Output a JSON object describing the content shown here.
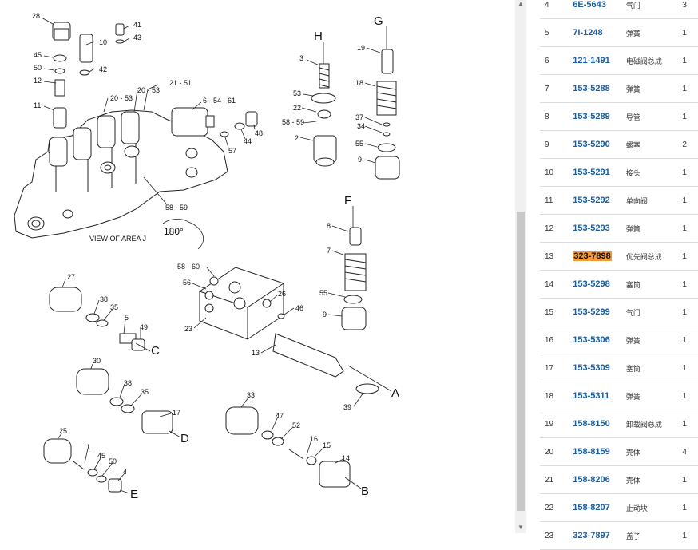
{
  "diagram": {
    "callouts": [
      {
        "id": "c28",
        "text": "28"
      },
      {
        "id": "c41",
        "text": "41"
      },
      {
        "id": "c43",
        "text": "43"
      },
      {
        "id": "c10",
        "text": "10"
      },
      {
        "id": "c45a",
        "text": "45"
      },
      {
        "id": "c50a",
        "text": "50"
      },
      {
        "id": "c42",
        "text": "42"
      },
      {
        "id": "c12",
        "text": "12"
      },
      {
        "id": "c11",
        "text": "11"
      },
      {
        "id": "c2151",
        "text": "21 - 51"
      },
      {
        "id": "c2053a",
        "text": "20 - 53"
      },
      {
        "id": "c2053b",
        "text": "20 - 53"
      },
      {
        "id": "c65461",
        "text": "6 - 54 - 61"
      },
      {
        "id": "c57",
        "text": "57"
      },
      {
        "id": "c44",
        "text": "44"
      },
      {
        "id": "c48",
        "text": "48"
      },
      {
        "id": "c5859a",
        "text": "58 - 59"
      },
      {
        "id": "c3",
        "text": "3"
      },
      {
        "id": "c53",
        "text": "53"
      },
      {
        "id": "c22",
        "text": "22"
      },
      {
        "id": "c5859b",
        "text": "58 - 59"
      },
      {
        "id": "c2",
        "text": "2"
      },
      {
        "id": "c19",
        "text": "19"
      },
      {
        "id": "c18",
        "text": "18"
      },
      {
        "id": "c37",
        "text": "37"
      },
      {
        "id": "c34",
        "text": "34"
      },
      {
        "id": "c55a",
        "text": "55"
      },
      {
        "id": "c9a",
        "text": "9"
      },
      {
        "id": "c8",
        "text": "8"
      },
      {
        "id": "c7",
        "text": "7"
      },
      {
        "id": "c55b",
        "text": "55"
      },
      {
        "id": "c9b",
        "text": "9"
      },
      {
        "id": "c5860",
        "text": "58 - 60"
      },
      {
        "id": "c56",
        "text": "56"
      },
      {
        "id": "c26",
        "text": "26"
      },
      {
        "id": "c46",
        "text": "46"
      },
      {
        "id": "c23",
        "text": "23"
      },
      {
        "id": "c13",
        "text": "13"
      },
      {
        "id": "c39",
        "text": "39"
      },
      {
        "id": "c27",
        "text": "27"
      },
      {
        "id": "c38a",
        "text": "38"
      },
      {
        "id": "c35a",
        "text": "35"
      },
      {
        "id": "c5",
        "text": "5"
      },
      {
        "id": "c49",
        "text": "49"
      },
      {
        "id": "c30",
        "text": "30"
      },
      {
        "id": "c38b",
        "text": "38"
      },
      {
        "id": "c35b",
        "text": "35"
      },
      {
        "id": "c17",
        "text": "17"
      },
      {
        "id": "c33",
        "text": "33"
      },
      {
        "id": "c47",
        "text": "47"
      },
      {
        "id": "c52",
        "text": "52"
      },
      {
        "id": "c16",
        "text": "16"
      },
      {
        "id": "c15",
        "text": "15"
      },
      {
        "id": "c14",
        "text": "14"
      },
      {
        "id": "c25",
        "text": "25"
      },
      {
        "id": "c1",
        "text": "1"
      },
      {
        "id": "c45b",
        "text": "45"
      },
      {
        "id": "c50b",
        "text": "50"
      },
      {
        "id": "c4",
        "text": "4"
      }
    ],
    "letters": {
      "H": "H",
      "G": "G",
      "F": "F",
      "A": "A",
      "B": "B",
      "C": "C",
      "D": "D",
      "E": "E"
    },
    "view_caption": "VIEW OF AREA J",
    "rotation_label": "180°"
  },
  "parts_table": {
    "rows": [
      {
        "num": "4",
        "pn": "6E-5643",
        "name": "气门",
        "qty": "3",
        "highlight": false
      },
      {
        "num": "5",
        "pn": "7I-1248",
        "name": "弹簧",
        "qty": "1",
        "highlight": false
      },
      {
        "num": "6",
        "pn": "121-1491",
        "name": "电磁阀总成",
        "qty": "1",
        "highlight": false
      },
      {
        "num": "7",
        "pn": "153-5288",
        "name": "弹簧",
        "qty": "1",
        "highlight": false
      },
      {
        "num": "8",
        "pn": "153-5289",
        "name": "导管",
        "qty": "1",
        "highlight": false
      },
      {
        "num": "9",
        "pn": "153-5290",
        "name": "螺塞",
        "qty": "2",
        "highlight": false
      },
      {
        "num": "10",
        "pn": "153-5291",
        "name": "接头",
        "qty": "1",
        "highlight": false
      },
      {
        "num": "11",
        "pn": "153-5292",
        "name": "单向阀",
        "qty": "1",
        "highlight": false
      },
      {
        "num": "12",
        "pn": "153-5293",
        "name": "弹簧",
        "qty": "1",
        "highlight": false
      },
      {
        "num": "13",
        "pn": "323-7898",
        "name": "优先阀总成",
        "qty": "1",
        "highlight": true
      },
      {
        "num": "14",
        "pn": "153-5298",
        "name": "塞筒",
        "qty": "1",
        "highlight": false
      },
      {
        "num": "15",
        "pn": "153-5299",
        "name": "气门",
        "qty": "1",
        "highlight": false
      },
      {
        "num": "16",
        "pn": "153-5306",
        "name": "弹簧",
        "qty": "1",
        "highlight": false
      },
      {
        "num": "17",
        "pn": "153-5309",
        "name": "塞筒",
        "qty": "1",
        "highlight": false
      },
      {
        "num": "18",
        "pn": "153-5311",
        "name": "弹簧",
        "qty": "1",
        "highlight": false
      },
      {
        "num": "19",
        "pn": "158-8150",
        "name": "卸载阀总成",
        "qty": "1",
        "highlight": false
      },
      {
        "num": "20",
        "pn": "158-8159",
        "name": "壳体",
        "qty": "4",
        "highlight": false
      },
      {
        "num": "21",
        "pn": "158-8206",
        "name": "壳体",
        "qty": "1",
        "highlight": false
      },
      {
        "num": "22",
        "pn": "158-8207",
        "name": "止动块",
        "qty": "1",
        "highlight": false
      },
      {
        "num": "23",
        "pn": "323-7897",
        "name": "盖子",
        "qty": "1",
        "highlight": false
      }
    ]
  }
}
